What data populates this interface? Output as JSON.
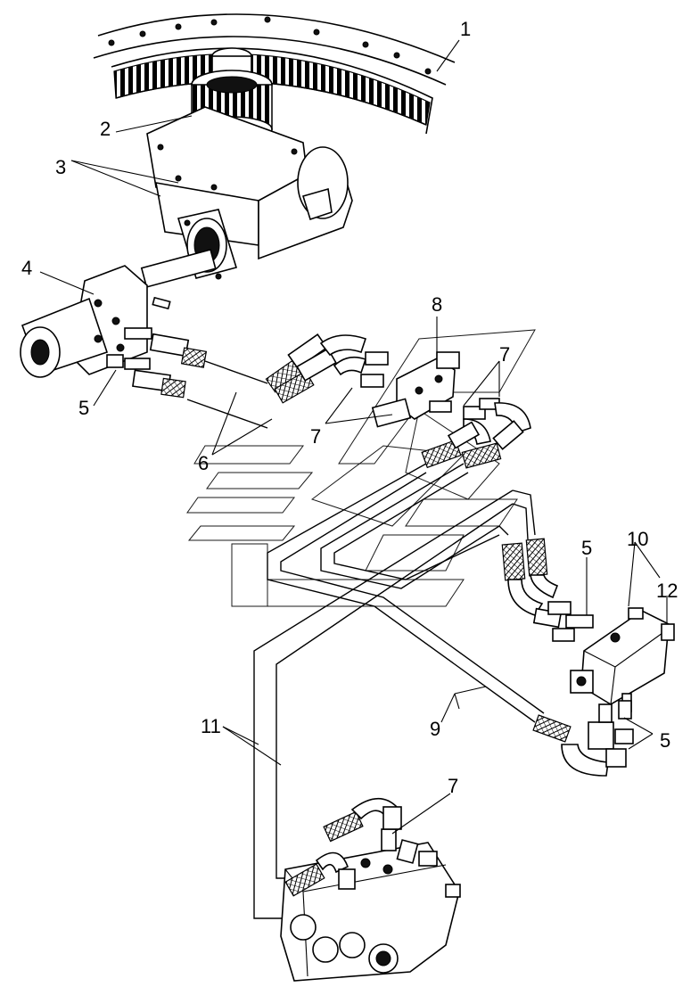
{
  "callouts": [
    "1",
    "2",
    "3",
    "4",
    "5",
    "5",
    "5",
    "6",
    "7",
    "7",
    "7",
    "8",
    "9",
    "10",
    "11",
    "12"
  ]
}
